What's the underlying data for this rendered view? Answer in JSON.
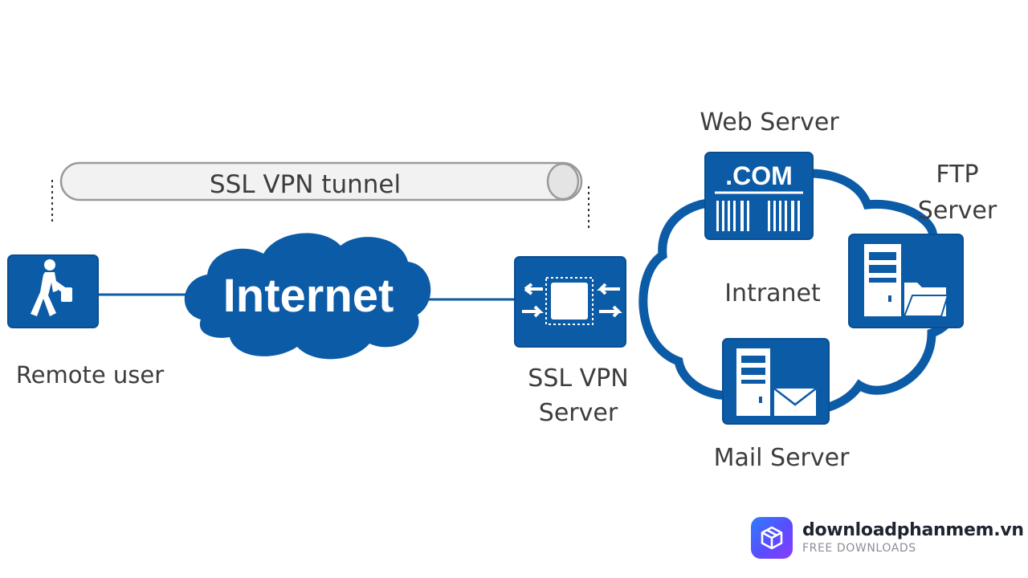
{
  "tunnel": {
    "label": "SSL VPN tunnel"
  },
  "internet": {
    "label": "Internet"
  },
  "remote_user": {
    "label": "Remote user"
  },
  "ssl_vpn_server": {
    "label_line1": "SSL VPN",
    "label_line2": "Server"
  },
  "intranet": {
    "label": "Intranet"
  },
  "web_server": {
    "label": "Web Server",
    "badge": ".COM"
  },
  "ftp_server": {
    "label_line1": "FTP",
    "label_line2": "Server"
  },
  "mail_server": {
    "label": "Mail Server"
  },
  "watermark": {
    "title": "downloadphanmem.vn",
    "subtitle": "FREE DOWNLOADS"
  },
  "colors": {
    "primary": "#0c5ba6",
    "icon_border": "#0a4f92",
    "tunnel_fill": "#f2f2f2",
    "tunnel_stroke": "#9a9a9a"
  }
}
